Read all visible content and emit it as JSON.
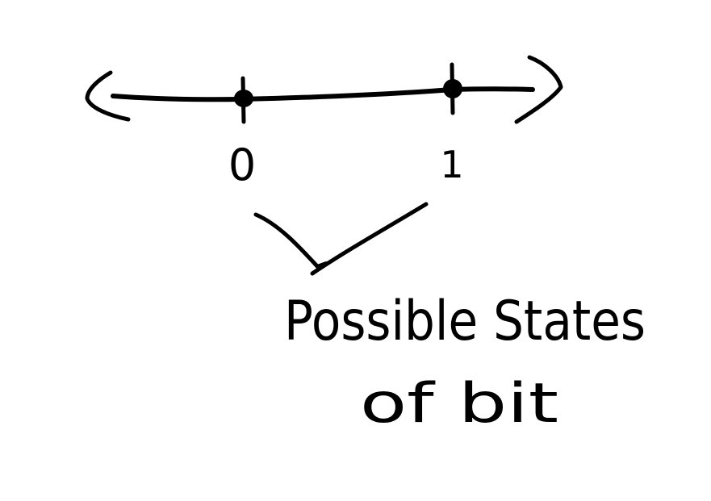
{
  "diagram": {
    "points": [
      {
        "label": "0"
      },
      {
        "label": "1"
      }
    ],
    "caption": {
      "line1": "Possible States",
      "line2": "of bit"
    }
  },
  "colors": {
    "background": "#ffffff",
    "ink": "#000000"
  }
}
